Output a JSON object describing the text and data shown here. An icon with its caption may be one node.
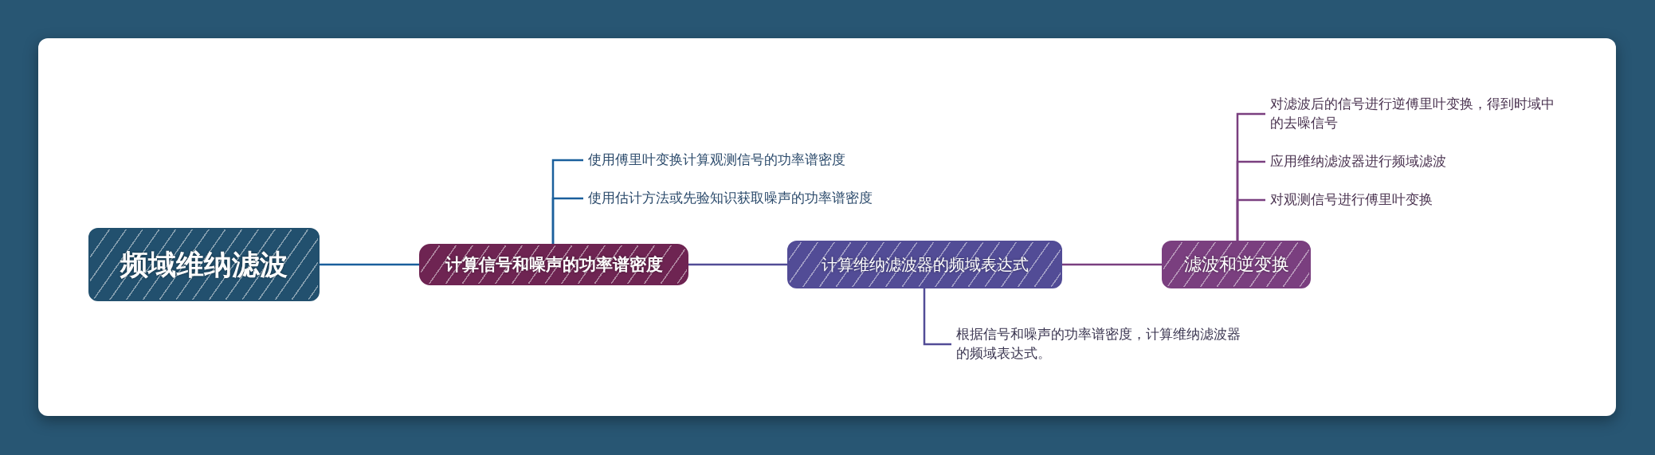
{
  "diagram": {
    "nodes": [
      {
        "text": [
          "频域维纳滤波"
        ]
      },
      {
        "text": [
          "计算信号和噪声的功率谱密度"
        ]
      },
      {
        "text": [
          "使用傅里叶变换计算观测信号的功率谱密度"
        ]
      },
      {
        "text": [
          "使用估计方法或先验知识获取噪声的功率谱密度"
        ]
      },
      {
        "text": [
          "计算维纳滤波器的频域表达式"
        ]
      },
      {
        "text": [
          "根据信号和噪声的功率谱密度，计算维纳滤波器的频域表达式。"
        ]
      },
      {
        "text": [
          "滤波和逆变换"
        ]
      },
      {
        "text": [
          "对滤波后的信号进行逆傅里叶变换，得到时域中的去噪信号"
        ]
      },
      {
        "text": [
          "应用维纳滤波器进行频域滤波"
        ]
      },
      {
        "text": [
          "对观测信号进行傅里叶变换"
        ]
      }
    ],
    "edges": [
      {
        "from": 0,
        "to": 1,
        "arrow": "none",
        "color": "#1a5f9c"
      },
      {
        "from": 1,
        "to": 2,
        "arrow": "none",
        "color": "#1a5f9c"
      },
      {
        "from": 1,
        "to": 3,
        "arrow": "none",
        "color": "#1a5f9c"
      },
      {
        "from": 1,
        "to": 4,
        "arrow": "none",
        "color": "#524c96"
      },
      {
        "from": 4,
        "to": 5,
        "arrow": "none",
        "color": "#524c96"
      },
      {
        "from": 4,
        "to": 6,
        "arrow": "none",
        "color": "#7a3f7f"
      },
      {
        "from": 6,
        "to": 7,
        "arrow": "none",
        "color": "#7a3f7f"
      },
      {
        "from": 6,
        "to": 8,
        "arrow": "none",
        "color": "#7a3f7f"
      },
      {
        "from": 6,
        "to": 9,
        "arrow": "none",
        "color": "#7a3f7f"
      }
    ]
  }
}
